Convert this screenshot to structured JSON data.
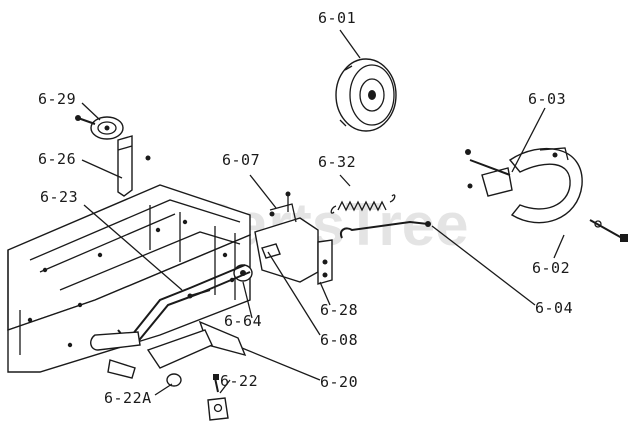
{
  "watermark": "PartsTree",
  "callouts": {
    "p601": "6-01",
    "p603": "6-03",
    "p629": "6-29",
    "p626": "6-26",
    "p607": "6-07",
    "p632": "6-32",
    "p623": "6-23",
    "p602": "6-02",
    "p604": "6-04",
    "p628": "6-28",
    "p664": "6-64",
    "p608": "6-08",
    "p620": "6-20",
    "p622": "6-22",
    "p622a": "6-22A"
  }
}
